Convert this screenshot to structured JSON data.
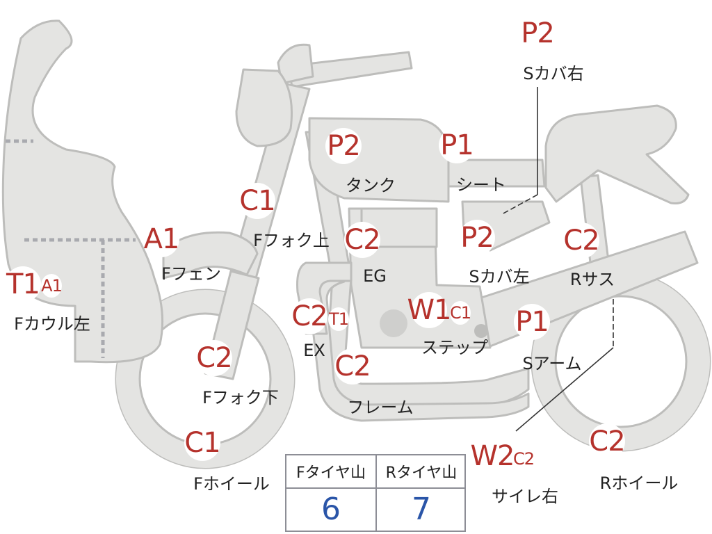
{
  "parts": [
    {
      "id": "fcowl-left",
      "code": "T1",
      "sub": "A1",
      "label": "Fカウル左"
    },
    {
      "id": "ffender",
      "code": "A1",
      "label": "Fフェン"
    },
    {
      "id": "ffork-upper",
      "code": "C1",
      "label": "Fフォク上"
    },
    {
      "id": "ffork-lower",
      "code": "C2",
      "label": "Fフォク下"
    },
    {
      "id": "fwheel",
      "code": "C1",
      "label": "Fホイール"
    },
    {
      "id": "tank",
      "code": "P2",
      "label": "タンク"
    },
    {
      "id": "seat",
      "code": "P1",
      "label": "シート"
    },
    {
      "id": "scover-right",
      "code": "P2",
      "label": "Sカバ右"
    },
    {
      "id": "scover-left",
      "code": "P2",
      "label": "Sカバ左"
    },
    {
      "id": "engine",
      "code": "C2",
      "label": "EG"
    },
    {
      "id": "exhaust",
      "code": "C2",
      "sub": "T1",
      "label": "EX"
    },
    {
      "id": "frame",
      "code": "C2",
      "label": "フレーム"
    },
    {
      "id": "step",
      "code": "W1",
      "sub": "C1",
      "label": "ステップ"
    },
    {
      "id": "swingarm",
      "code": "P1",
      "label": "Sアーム"
    },
    {
      "id": "rsus",
      "code": "C2",
      "label": "Rサス"
    },
    {
      "id": "muffler-right",
      "code": "W2",
      "sub": "C2",
      "label": "サイレ右"
    },
    {
      "id": "rwheel",
      "code": "C2",
      "label": "Rホイール"
    }
  ],
  "tire_tread": {
    "headers": [
      "Fタイヤ山",
      "Rタイヤ山"
    ],
    "values": [
      "6",
      "7"
    ]
  },
  "colors": {
    "code_text": "#b5322c",
    "value_text": "#2a55a8",
    "part_fill": "#e4e4e2",
    "part_stroke": "#bdbdbb"
  }
}
